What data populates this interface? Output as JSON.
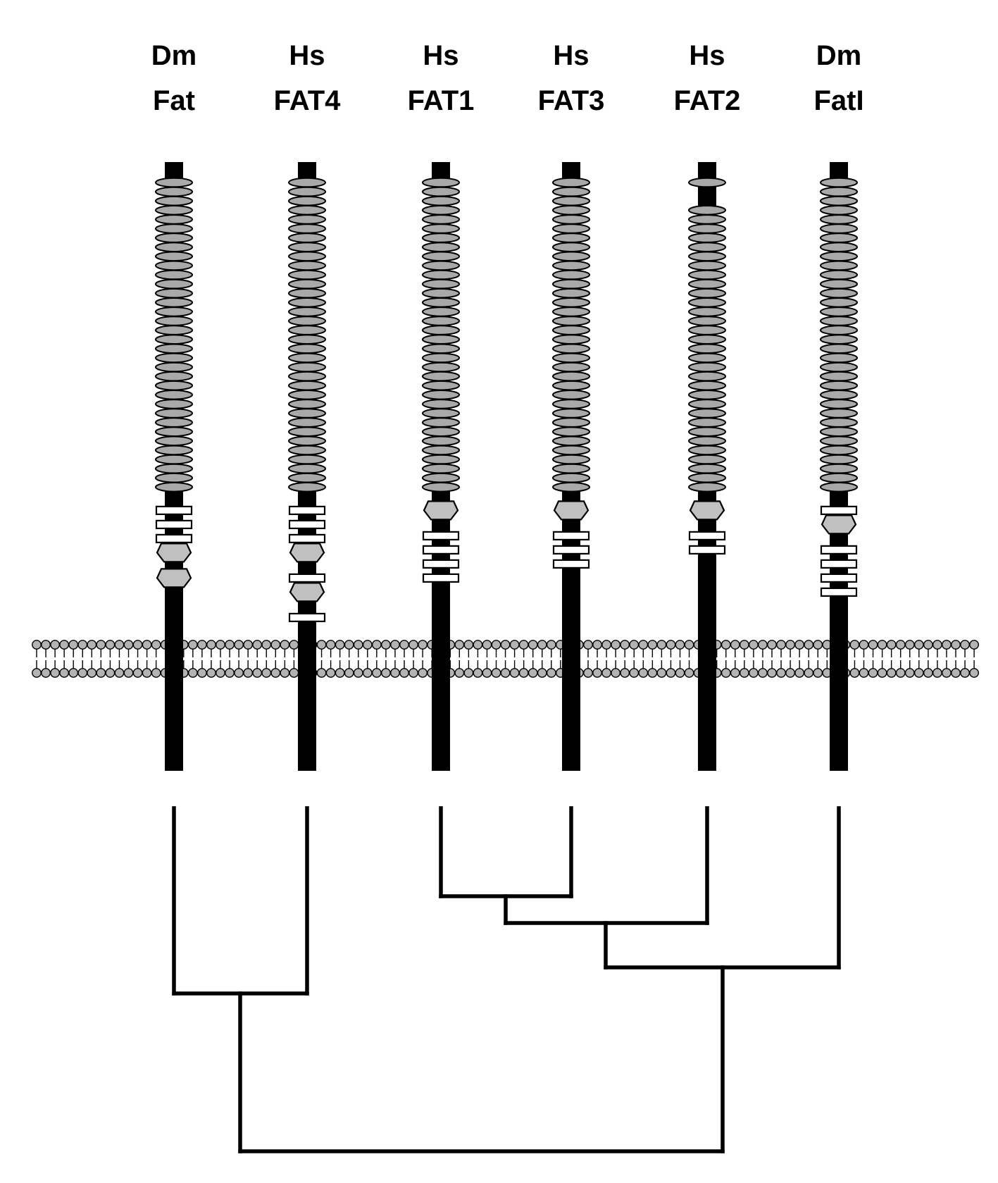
{
  "colors": {
    "stem": "#000000",
    "cadherin_fill": "#a9a9a9",
    "laminin_fill": "#c0c0c0",
    "egf_fill": "#ffffff",
    "membrane_head_fill": "#b3b3b3",
    "tree_stroke": "#000000"
  },
  "proteins": [
    {
      "species": "Dm",
      "name": "Fat",
      "cadherin_repeats": 34,
      "cadherin_gap_after": null,
      "motifs": [
        "egf",
        "egf",
        "egf",
        "lam",
        "lam"
      ]
    },
    {
      "species": "Hs",
      "name": "FAT4",
      "cadherin_repeats": 34,
      "cadherin_gap_after": null,
      "motifs": [
        "egf",
        "egf",
        "egf",
        "lam",
        "egf",
        "lam",
        "egf"
      ]
    },
    {
      "species": "Hs",
      "name": "FAT1",
      "cadherin_repeats": 34,
      "cadherin_gap_after": null,
      "motifs": [
        "lam",
        "egf",
        "egf",
        "egf",
        "egf"
      ]
    },
    {
      "species": "Hs",
      "name": "FAT3",
      "cadherin_repeats": 34,
      "cadherin_gap_after": null,
      "motifs": [
        "lam",
        "egf",
        "egf",
        "egf"
      ]
    },
    {
      "species": "Hs",
      "name": "FAT2",
      "cadherin_repeats": 32,
      "cadherin_gap_after": 1,
      "motifs": [
        "lam",
        "egf",
        "egf"
      ]
    },
    {
      "species": "Dm",
      "name": "FatI",
      "cadherin_repeats": 34,
      "cadherin_gap_after": null,
      "motifs": [
        "egf",
        "lam",
        "egf",
        "egf",
        "egf",
        "egf"
      ]
    }
  ],
  "tree": {
    "topology": "((Dm Fat, Hs FAT4), (((Hs FAT1, Hs FAT3), Hs FAT2), Dm FatI))"
  }
}
